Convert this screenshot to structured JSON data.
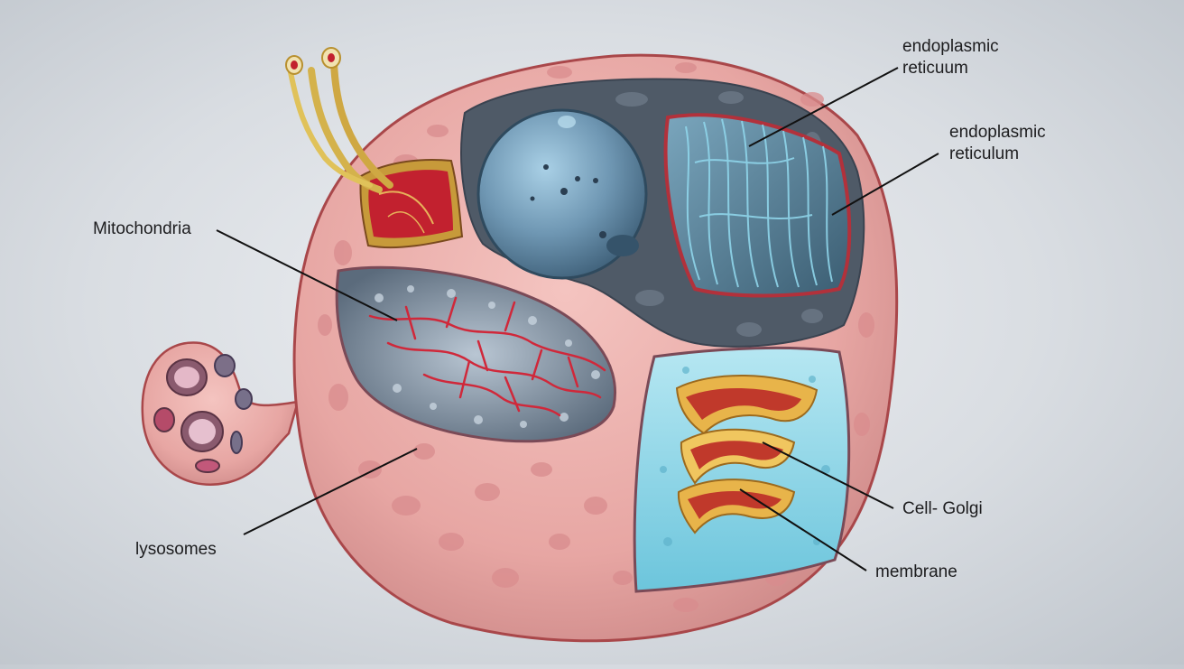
{
  "labels": {
    "endoplasmic_reticulum_top": [
      "endoplasmic",
      "reticuum"
    ],
    "endoplasmic_reticulum_right": [
      "endoplasmic",
      "reticulum"
    ],
    "mitochondria": "Mitochondria",
    "lysosomes": "lysosomes",
    "cell_golgi": "Cell- Golgi",
    "membrane": "membrane"
  },
  "colors": {
    "cytoplasm_pink": "#e9a9a6",
    "membrane_outline": "#a9474a",
    "nucleus_blue": "#5f8aa6",
    "er_dark": "#4c5663",
    "er_fibers": "#7fc6df",
    "mitochondria_red": "#d0283a",
    "golgi_teal": "#8fd3e6",
    "golgi_yellow": "#e8b44a",
    "golgi_red": "#c0392b",
    "leader_line": "#111111"
  }
}
